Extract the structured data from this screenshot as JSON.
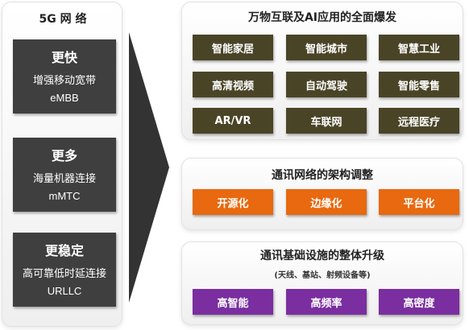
{
  "left": {
    "title": "5G 网 络",
    "boxes": [
      {
        "head": "更快",
        "desc": "增强移动宽带",
        "abbr": "eMBB"
      },
      {
        "head": "更多",
        "desc": "海量机器连接",
        "abbr": "mMTC"
      },
      {
        "head": "更稳定",
        "desc": "高可靠低时延连接",
        "abbr": "URLLC"
      }
    ]
  },
  "right": {
    "apps": {
      "title": "万物互联及AI应用的全面爆发",
      "items": [
        "智能家居",
        "智能城市",
        "智慧工业",
        "高清视频",
        "自动驾驶",
        "智能零售",
        "AR/VR",
        "车联网",
        "远程医疗"
      ]
    },
    "arch": {
      "title": "通讯网络的架构调整",
      "items": [
        "开源化",
        "边缘化",
        "平台化"
      ]
    },
    "infra": {
      "title": "通讯基础设施的整体升级",
      "subtitle": "(天线、基站、射频设备等)",
      "items": [
        "高智能",
        "高频率",
        "高密度"
      ]
    }
  },
  "colors": {
    "dark_box": "#3f3f3f",
    "olive": "#4a4427",
    "orange": "#e8690f",
    "purple": "#7a2ea0",
    "arrow": "#333333"
  }
}
